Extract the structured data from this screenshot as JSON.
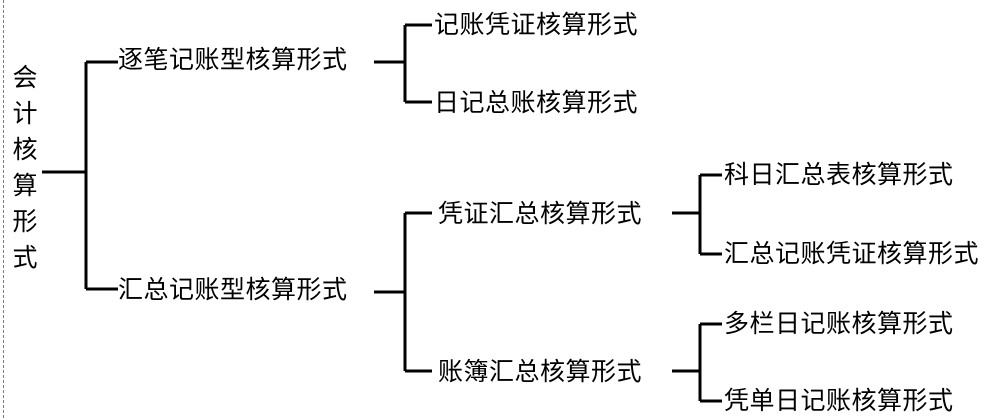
{
  "root": {
    "chars": [
      "会",
      "计",
      "核",
      "算",
      "形",
      "式"
    ]
  },
  "level1": [
    {
      "label": "逐笔记账型核算形式"
    },
    {
      "label": "汇总记账型核算形式"
    }
  ],
  "level2": [
    {
      "label": "记账凭证核算形式"
    },
    {
      "label": "日记总账核算形式"
    },
    {
      "label": "凭证汇总核算形式"
    },
    {
      "label": "账簿汇总核算形式"
    }
  ],
  "level3": [
    {
      "label": "科日汇总表核算形式"
    },
    {
      "label": "汇总记账凭证核算形式"
    },
    {
      "label": "多栏日记账核算形式"
    },
    {
      "label": "凭单日记账核算形式"
    }
  ],
  "colors": {
    "line": "#000000",
    "text": "#000000",
    "border": "#7a7a7a"
  }
}
